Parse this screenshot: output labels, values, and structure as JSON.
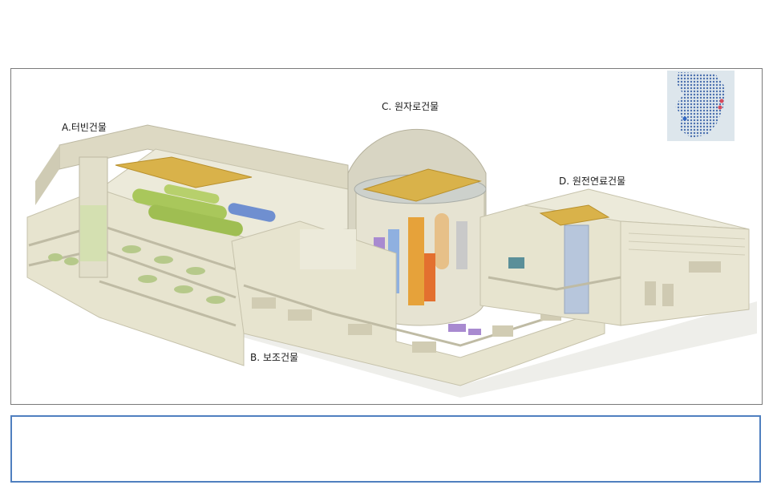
{
  "labels": {
    "turbine": "A.터빈건물",
    "auxiliary": "B. 보조건물",
    "reactor": "C. 원자로건물",
    "fuel": "D. 원전연료건물"
  },
  "caption": {
    "text": ""
  },
  "colors": {
    "frame_border": "#7a7a7a",
    "caption_border": "#4f7fbf",
    "structure": "#e7e4cf",
    "dome": "#d8d5c3",
    "crane": "#d9b24a",
    "turbine": "#a9c75b",
    "equipment_purple": "#a88ad0",
    "equipment_blue": "#6f8fd0"
  },
  "icons": {
    "map": "korea-map-inset-icon"
  }
}
